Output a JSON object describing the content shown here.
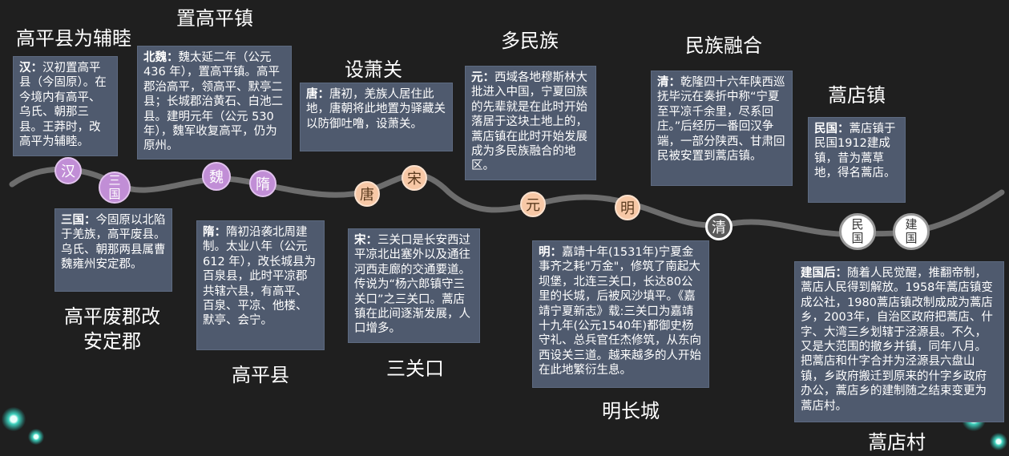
{
  "titles": {
    "gaoping_fuzhi": "高平县为辅睦",
    "zhi_gaoping_zhen": "置高平镇",
    "she_xiao_guan": "设萧关",
    "duo_minzu": "多民族",
    "minzu_ronghe": "民族融合",
    "hao_dian_zhen": "蒿店镇",
    "feijun_line1": "高平废郡改",
    "feijun_line2": "安定郡",
    "gaoping_xian": "高平县",
    "san_guan_kou": "三关口",
    "ming_changcheng": "明长城",
    "hao_dian_cun": "蒿店村"
  },
  "nodes": {
    "han": "汉",
    "sanguo_1": "三",
    "sanguo_2": "国",
    "wei": "魏",
    "sui": "隋",
    "tang": "唐",
    "song": "宋",
    "yuan": "元",
    "ming": "明",
    "qing": "清",
    "minguo_1": "民",
    "minguo_2": "国",
    "jianguo_1": "建",
    "jianguo_2": "国"
  },
  "boxes": {
    "han": {
      "label": "汉：",
      "text": "汉初置高平县（今固原）。在今境内有高平、乌氏、朝那三县。王莽时，改高平为辅睦。"
    },
    "beiwei": {
      "label": "北魏：",
      "text": "魏太延二年（公元 436 年），置高平镇。高平郡治高平，领高平、默亭二县；长城郡治黄石、白池二县。建明元年（公元 530 年），魏军收复高平，仍为原州。"
    },
    "tang": {
      "label": "唐：",
      "text": "唐初，羌族人居住此地，唐朝将此地置为驿藏关以防御吐噜，设萧关。"
    },
    "yuan": {
      "label": "元：",
      "text": "西域各地穆斯林大批进入中国，宁夏回族的先辈就是在此时开始落居于这块土地上的，蒿店镇在此时开始发展成为多民族融合的地区。"
    },
    "qing": {
      "label": "清：",
      "text": "乾隆四十六年陕西巡抚毕沅在奏折中称“宁夏至平凉千余里，尽系回庄。”后经历一番回汉争端，一部分陕西、甘肃回民被安置到蒿店镇。"
    },
    "minguo": {
      "label": "民国：",
      "text": "蒿店镇于民国1912建成镇，昔为蒿草地，得名蒿店。"
    },
    "sanguo": {
      "label": "三国：",
      "text": "今固原以北陷于羌族，高平废县。乌氏、朝那两县属曹魏雍州安定郡。"
    },
    "sui": {
      "label": "隋：",
      "text": "隋初沿袭北周建制。太业八年（公元 612 年），改长城县为百泉县，此时平凉郡共辖六县，有高平、百泉、平凉、他楼、默亭、会宁。"
    },
    "song": {
      "label": "宋：",
      "text": "三关口是长安西过平凉北出塞外以及通往河西走廊的交通要道。传说为“杨六郎镇守三关口”之三关口。蒿店镇在此间逐渐发展，人口增多。"
    },
    "ming": {
      "label": "明：",
      "text": "嘉靖十年(1531年)宁夏金事齐之耗\"万金\"，修筑了南起大坝堡，北连三关口，长达80公里的长城，后被风沙填平。《嘉靖宁夏新志》载:三关口为嘉靖十九年(公元1540年)都御史杨守礼、总兵官任杰修筑，从东向西设关三道。越来越多的人开始在此地繁衍生息。"
    },
    "jianguo": {
      "label": "建国后：",
      "text": "随着人民觉醒，推翻帝制，蒿店人民得到解放。1958年蒿店镇变成公社，1980蒿店镇改制成成为蒿店乡，2003年，自治区政府把蒿店、什字、大湾三乡划辖于泾源县。不久，又是大范围的撤乡并镇，同年八月。把蒿店和什字合并为泾源县六盘山镇，乡政府搬迁到原来的什字乡政府办公，蒿店乡的建制随之结束变更为蒿店村。"
    }
  }
}
